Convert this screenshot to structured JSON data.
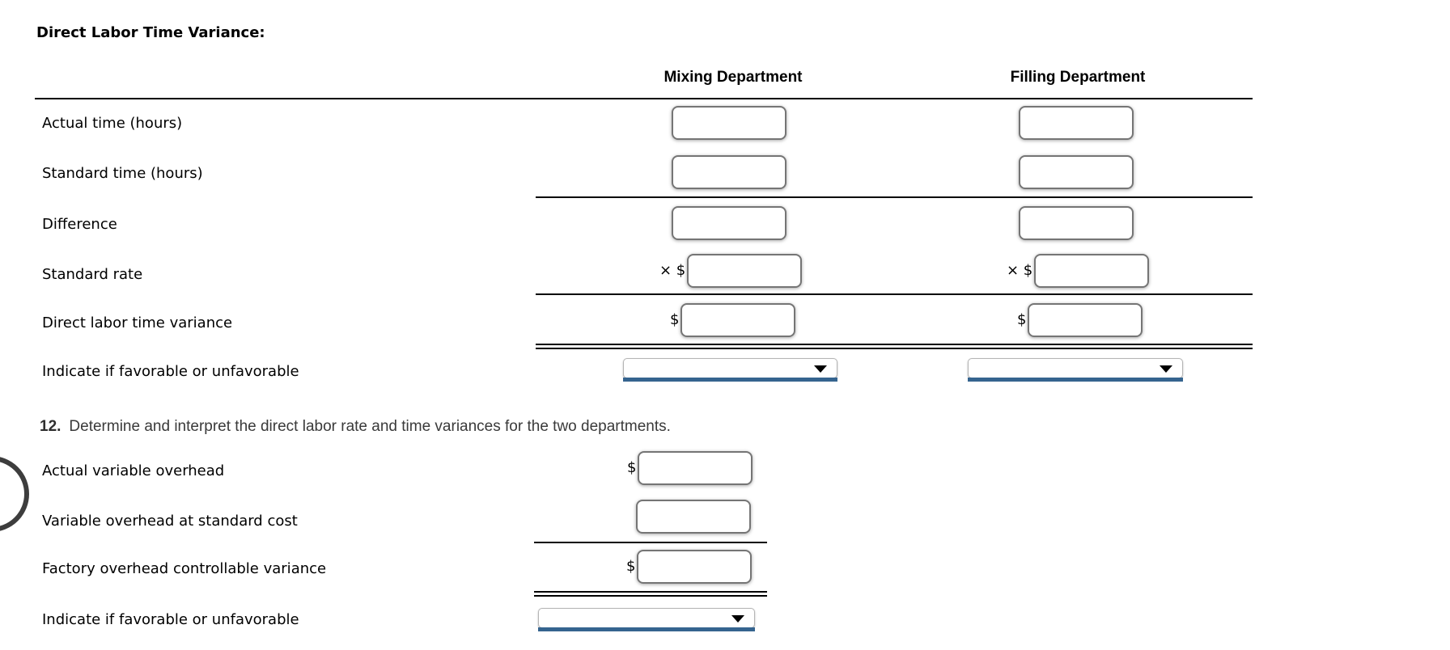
{
  "colors": {
    "select_underline": "#35648F",
    "rule": "#000000",
    "box_border": "#757575",
    "question_text": "#3A3A3A",
    "circle": "#3D3D3D"
  },
  "section1": {
    "title": "Direct Labor Time Variance:",
    "columns": [
      {
        "label": "Mixing Department"
      },
      {
        "label": "Filling Department"
      }
    ],
    "rows": [
      {
        "label": "Actual time (hours)"
      },
      {
        "label": "Standard time (hours)"
      },
      {
        "label": "Difference"
      },
      {
        "label": "Standard rate",
        "prefix": "× $"
      },
      {
        "label": "Direct labor time variance",
        "prefix": "$"
      },
      {
        "label": "Indicate if favorable or unfavorable"
      }
    ],
    "inputs": {
      "value": "",
      "placeholder": ""
    },
    "selects": {
      "selected_value": ""
    }
  },
  "question": {
    "number": "12.",
    "text": "Determine and interpret the direct labor rate and time variances for the two departments."
  },
  "section2": {
    "rows": [
      {
        "label": "Actual variable overhead",
        "prefix": "$"
      },
      {
        "label": "Variable overhead at standard cost"
      },
      {
        "label": "Factory overhead controllable variance",
        "prefix": "$"
      },
      {
        "label": "Indicate if favorable or unfavorable"
      }
    ],
    "inputs": {
      "value": "",
      "placeholder": ""
    },
    "selects": {
      "selected_value": ""
    }
  }
}
